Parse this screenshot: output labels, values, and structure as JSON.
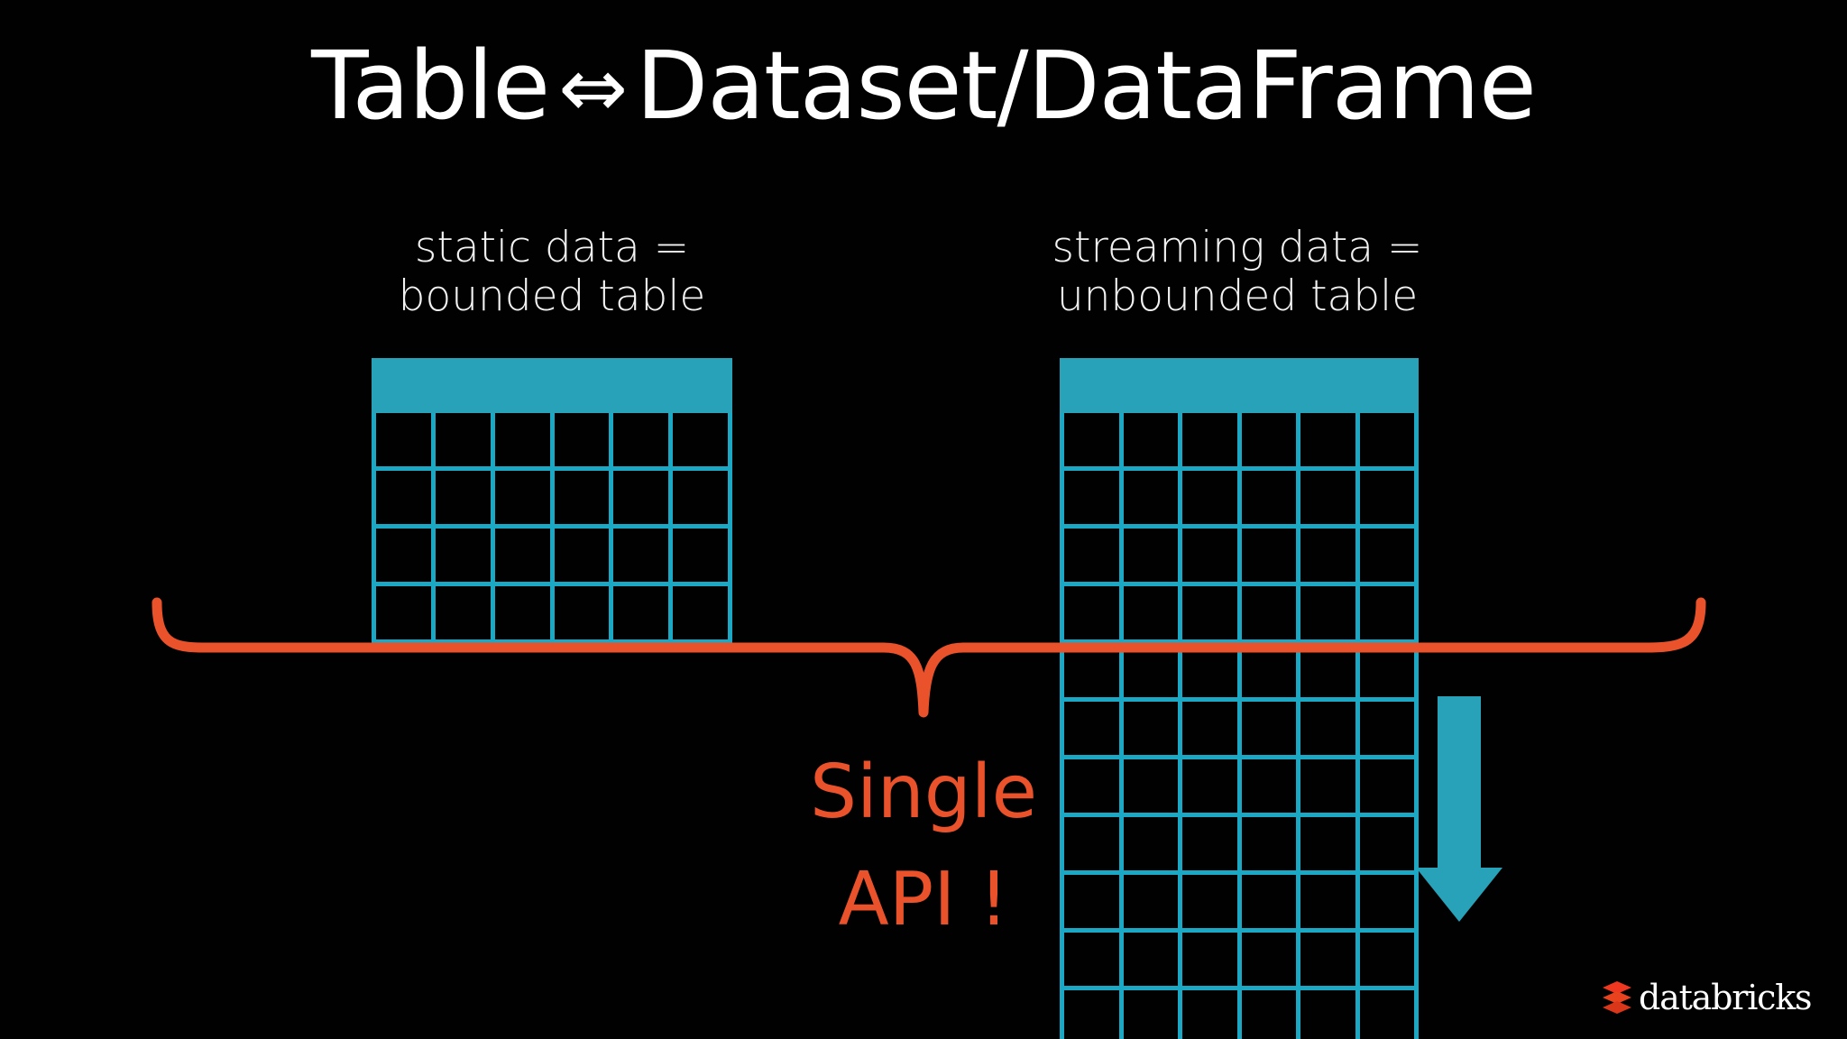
{
  "slide": {
    "background_color": "#000000",
    "title": "Table ⇔ Dataset/DataFrame",
    "title_prefix": "Table",
    "title_arrow": "⇔",
    "title_suffix": "Dataset/DataFrame",
    "title_color": "#ffffff"
  },
  "colors": {
    "teal": "#27A2B9",
    "teal_line": "#1BA8C5",
    "orange": "#E9522B",
    "white": "#ffffff",
    "logo_red": "#F0371F"
  },
  "left_column": {
    "caption_line1": "static data =",
    "caption_line2": "bounded table",
    "table": {
      "columns": 6,
      "header_row": 1,
      "body_rows": 4,
      "bounded": true,
      "header_filled": true
    }
  },
  "right_column": {
    "caption_line1": "streaming data =",
    "caption_line2": "unbounded table",
    "table": {
      "columns": 6,
      "header_row": 1,
      "body_rows": 11,
      "bounded": false,
      "header_filled": true
    }
  },
  "brace": {
    "label_line1": "Single",
    "label_line2": "API !",
    "color": "#E9522B"
  },
  "flow_arrow": {
    "direction": "down",
    "color": "#27A2B9",
    "name": "streaming-append-arrow"
  },
  "logo": {
    "wordmark": "databricks",
    "mark_color": "#F0371F"
  }
}
